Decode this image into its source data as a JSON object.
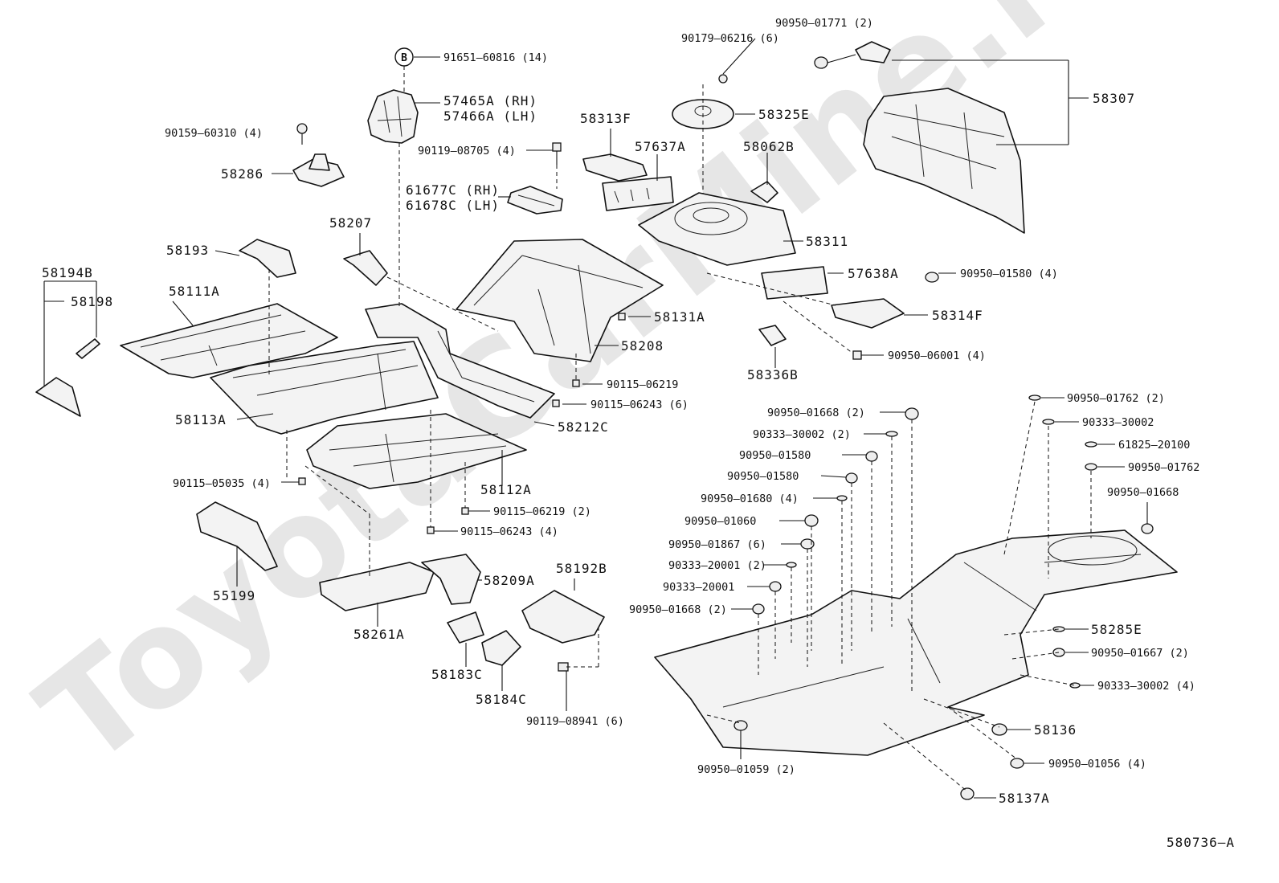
{
  "watermark": "ToyotaCarMine.ru",
  "diagram_code": "580736–A",
  "callout_b": "B",
  "labels": {
    "p91651_60816": "91651–60816 (14)",
    "p57465A": "57465A (RH)",
    "p57466A": "57466A (LH)",
    "p90159_60310": "90159–60310 (4)",
    "p58286": "58286",
    "p90119_08705": "90119–08705 (4)",
    "p61677C": "61677C (RH)",
    "p61678C": "61678C (LH)",
    "p58313F": "58313F",
    "p57637A": "57637A",
    "p90179_06216": "90179–06216 (6)",
    "p90950_01771": "90950–01771 (2)",
    "p58325E": "58325E",
    "p58307": "58307",
    "p58062B": "58062B",
    "p58311": "58311",
    "p57638A": "57638A",
    "p90950_01580_4": "90950–01580 (4)",
    "p58314F": "58314F",
    "p90950_06001": "90950–06001 (4)",
    "p58336B": "58336B",
    "p58194B": "58194B",
    "p58198": "58198",
    "p58193": "58193",
    "p58207": "58207",
    "p58111A": "58111A",
    "p58131A": "58131A",
    "p58208": "58208",
    "p90115_06219": "90115–06219",
    "p90115_06243_6": "90115–06243 (6)",
    "p58212C": "58212C",
    "p58113A": "58113A",
    "p58112A": "58112A",
    "p90115_05035": "90115–05035 (4)",
    "p90115_06219_2": "90115–06219 (2)",
    "p90115_06243_4": "90115–06243 (4)",
    "p55199": "55199",
    "p58209A": "58209A",
    "p58192B": "58192B",
    "p58261A": "58261A",
    "p58183C": "58183C",
    "p58184C": "58184C",
    "p90119_08941": "90119–08941 (6)",
    "p90950_01668_2a": "90950–01668 (2)",
    "p90333_30002_2": "90333–30002 (2)",
    "p90950_01580_a": "90950–01580",
    "p90950_01580_b": "90950–01580",
    "p90950_01680": "90950–01680 (4)",
    "p90950_01060": "90950–01060",
    "p90950_01867": "90950–01867 (6)",
    "p90333_20001_2": "90333–20001 (2)",
    "p90333_20001": "90333–20001",
    "p90950_01668_2b": "90950–01668 (2)",
    "p90950_01762_2": "90950–01762 (2)",
    "p90333_30002": "90333–30002",
    "p61825_20100": "61825–20100",
    "p90950_01762": "90950–01762",
    "p90950_01668": "90950–01668",
    "p58285E": "58285E",
    "p90950_01667": "90950–01667 (2)",
    "p90333_30002_4": "90333–30002 (4)",
    "p58136": "58136",
    "p90950_01056": "90950–01056 (4)",
    "p90950_01059": "90950–01059 (2)",
    "p58137A": "58137A"
  }
}
